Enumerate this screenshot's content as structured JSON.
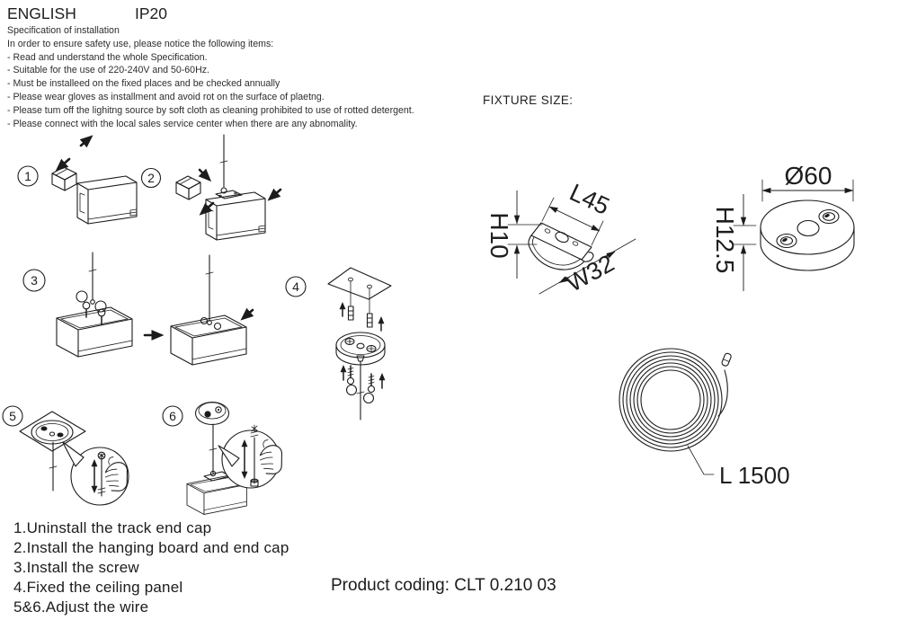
{
  "header": {
    "language": "ENGLISH",
    "ip_rating": "IP20"
  },
  "spec": {
    "title": "Specification of installation",
    "intro": "In order to ensure safety use, please notice the following items:",
    "items": [
      "- Read and understand the whole Specification.",
      "- Suitable for the use of 220-240V and 50-60Hz.",
      "- Must be installeed on the fixed places and be checked annually",
      "- Please wear gloves as installment and avoid rot on the surface of plaetng.",
      "- Please tum off the lighitng source by soft cloth as cleaning prohibited to use of rotted detergent.",
      "- Please connect with the local sales service center when there are any abnomality."
    ]
  },
  "fixture_size": {
    "label": "FIXTURE SIZE:",
    "hanging_board": {
      "length": "L45",
      "width": "W32",
      "height": "H10"
    },
    "ceiling_panel": {
      "diameter": "Ø60",
      "height": "H12.5"
    },
    "wire": {
      "length": "L 1500"
    }
  },
  "steps": {
    "numbers": [
      "1",
      "2",
      "3",
      "4",
      "5",
      "6"
    ]
  },
  "instructions": [
    "1.Uninstall the track end cap",
    "2.Install the hanging board and end cap",
    "3.Install the screw",
    "4.Fixed the ceiling panel",
    "5&6.Adjust the wire"
  ],
  "footer": {
    "product_coding": "Product coding: CLT 0.210 03"
  }
}
